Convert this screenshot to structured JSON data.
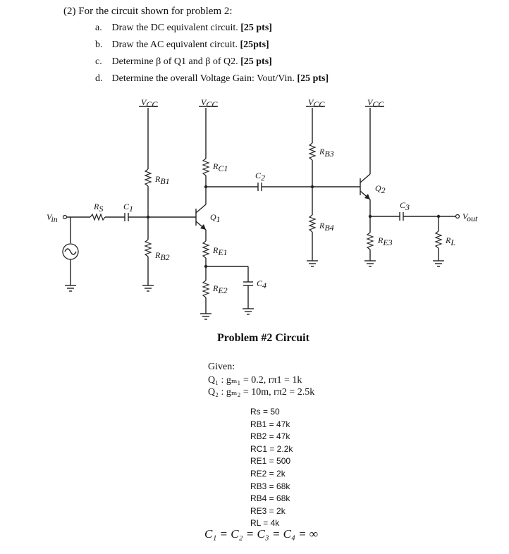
{
  "header": "(2) For the circuit shown for problem 2:",
  "tasks": [
    {
      "letter": "a.",
      "text": "Draw the DC equivalent circuit.",
      "pts": "[25 pts]"
    },
    {
      "letter": "b.",
      "text": "Draw the AC equivalent circuit.",
      "pts": "[25pts]"
    },
    {
      "letter": "c.",
      "text": "Determine β of Q1 and β of Q2.",
      "pts": "[25 pts]"
    },
    {
      "letter": "d.",
      "text": "Determine the overall Voltage Gain: Vout/Vin.",
      "pts": "[25 pts]"
    }
  ],
  "circuit": {
    "supply": {
      "main": "V",
      "sub": "CC"
    },
    "vin": {
      "main": "V",
      "sub": "in"
    },
    "vout": {
      "main": "V",
      "sub": "out"
    },
    "components": {
      "rs": {
        "main": "R",
        "sub": "S"
      },
      "c1": {
        "main": "C",
        "sub": "1"
      },
      "rb1": {
        "main": "R",
        "sub": "B1"
      },
      "rb2": {
        "main": "R",
        "sub": "B2"
      },
      "rc1": {
        "main": "R",
        "sub": "C1"
      },
      "q1": {
        "main": "Q",
        "sub": "1"
      },
      "re1": {
        "main": "R",
        "sub": "E1"
      },
      "re2": {
        "main": "R",
        "sub": "E2"
      },
      "c4": {
        "main": "C",
        "sub": "4"
      },
      "c2": {
        "main": "C",
        "sub": "2"
      },
      "rb3": {
        "main": "R",
        "sub": "B3"
      },
      "rb4": {
        "main": "R",
        "sub": "B4"
      },
      "q2": {
        "main": "Q",
        "sub": "2"
      },
      "re3": {
        "main": "R",
        "sub": "E3"
      },
      "c3": {
        "main": "C",
        "sub": "3"
      },
      "rl": {
        "main": "R",
        "sub": "L"
      }
    }
  },
  "title": "Problem #2 Circuit",
  "given": {
    "heading": "Given:",
    "q1": "Q₁ : gₘ₁ = 0.2, rπ1 = 1k",
    "q2": "Q₂ : gₘ₂ = 10m, rπ2 = 2.5k"
  },
  "values": [
    "Rs = 50",
    "RB1 = 47k",
    "RB2 = 47k",
    "RC1 = 2.2k",
    "RE1 = 500",
    "RE2 = 2k",
    "RB3 = 68k",
    "RB4 = 68k",
    "RE3 = 2k",
    "RL = 4k"
  ],
  "caps_equation": "C₁ = C₂ = C₃ = C₄ = ∞"
}
